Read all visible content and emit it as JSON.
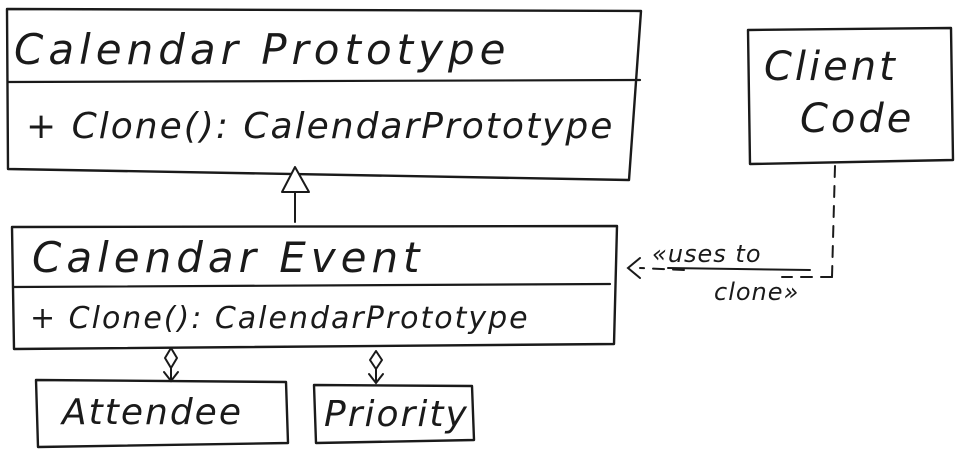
{
  "diagram": {
    "prototype": {
      "name": "Calendar Prototype",
      "method": "+ Clone(): CalendarPrototype"
    },
    "client": {
      "line1": "Client",
      "line2": "Code"
    },
    "event": {
      "name": "Calendar Event",
      "method": "+ Clone(): CalendarPrototype"
    },
    "attendee": {
      "name": "Attendee"
    },
    "priority": {
      "name": "Priority"
    },
    "uses": {
      "line1": "«uses to",
      "line2": "clone»"
    }
  },
  "colors": {
    "ink": "#1a1a1a",
    "paper": "#ffffff"
  }
}
